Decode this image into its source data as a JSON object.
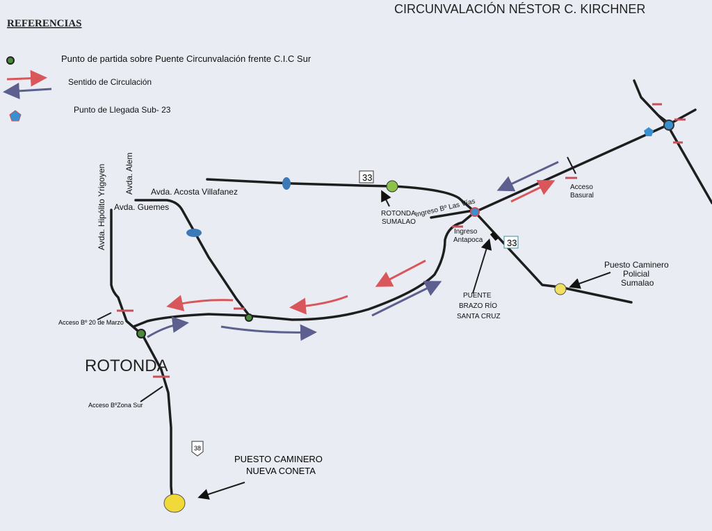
{
  "title": "CIRCUNVALACIÓN NÉSTOR C. KIRCHNER",
  "legend": {
    "heading": "REFERENCIAS",
    "items": [
      {
        "icon": "start-point-icon",
        "label": "Punto de partida sobre Puente Circunvalación frente C.I.C Sur"
      },
      {
        "icon": "direction-arrows-icon",
        "label": "Sentido de Circulación"
      },
      {
        "icon": "arrival-point-icon",
        "label": "Punto de Llegada Sub- 23"
      }
    ]
  },
  "colors": {
    "red_arrow": "#d9565a",
    "blue_arrow": "#5d5f8e",
    "start": "#4a8a3a",
    "arrival": "#3a8fd0",
    "checkpoint": "#f2e060",
    "road": "#1e1e1e",
    "background": "#e9edf3"
  },
  "labels": {
    "hipolito": "Avda. Hipólito Yrigoyen",
    "alem": "Avda. Alem",
    "acosta": "Avda. Acosta Villafanez",
    "guemes": "Avda. Guemes",
    "rotonda_sumalao_1": "ROTONDA",
    "rotonda_sumalao_2": "SUMALAO",
    "las_vias": "Ingreso Bº Las Vías",
    "antapoca_1": "Ingreso",
    "antapoca_2": "Antapoca",
    "puente_1": "PUENTE",
    "puente_2": "BRAZO RÍO",
    "puente_3": "SANTA CRUZ",
    "basural_1": "Acceso",
    "basural_2": "Basural",
    "policial_1": "Puesto Caminero",
    "policial_2": "Policial",
    "policial_3": "Sumalao",
    "acceso_20": "Acceso Bº 20 de Marzo",
    "rotonda": "ROTONDA",
    "zona_sur": "Acceso BºZona Sur",
    "coneta_1": "PUESTO CAMINERO",
    "coneta_2": "NUEVA CONETA"
  },
  "route_signs": {
    "r33a": "33",
    "r33b": "33",
    "r38": "38"
  }
}
